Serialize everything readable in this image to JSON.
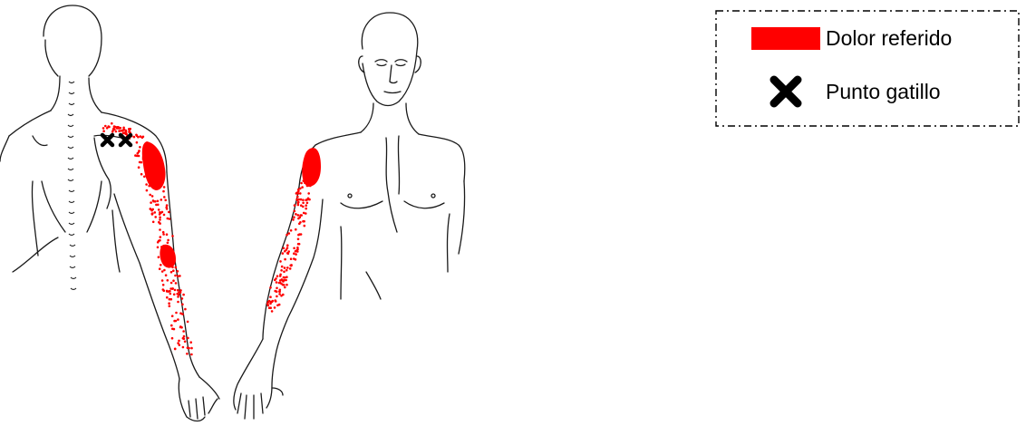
{
  "legend": {
    "items": [
      {
        "label": "Dolor referido",
        "symbol": "red-fill",
        "color": "#ff0000"
      },
      {
        "label": "Punto gatillo",
        "symbol": "x-mark",
        "color": "#000000"
      }
    ]
  },
  "colors": {
    "referred_pain": "#ff0000",
    "trigger_point": "#000000",
    "outline": "#1a1a1a"
  }
}
